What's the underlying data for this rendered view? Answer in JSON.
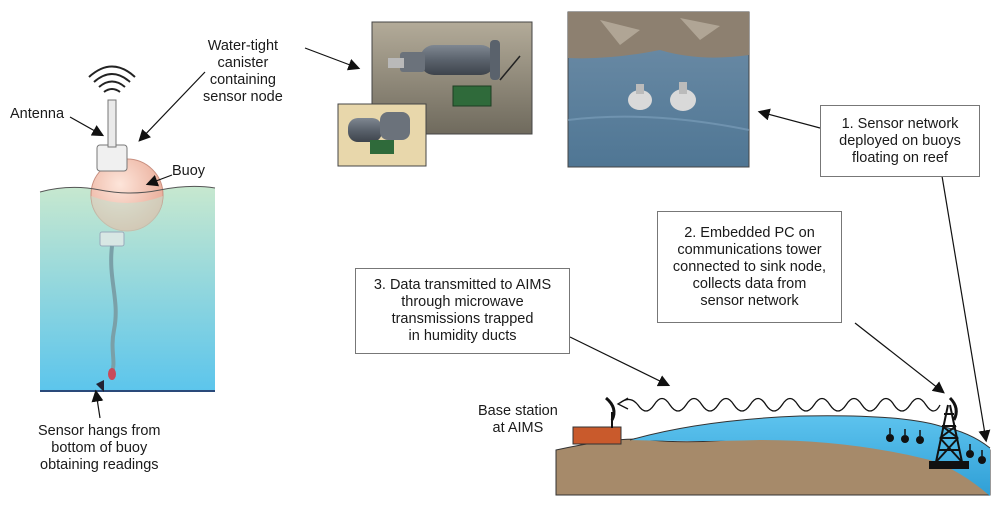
{
  "labels": {
    "antenna": "Antenna",
    "canister": "Water-tight\ncanister\ncontaining\nsensor node",
    "buoy": "Buoy",
    "sensor_hangs": "Sensor hangs from\nbottom of buoy\nobtaining readings",
    "base_station": "Base station\nat AIMS"
  },
  "boxes": {
    "step1": "1. Sensor network\ndeployed on buoys\nfloating on reef",
    "step2": "2. Embedded PC on\ncommunications tower\nconnected to sink node,\ncollects data from\nsensor network",
    "step3": "3. Data transmitted to AIMS\nthrough microwave\ntransmissions trapped\nin humidity ducts"
  },
  "colors": {
    "water_top": "#bfe3cf",
    "water_bottom": "#5fc6ea",
    "buoy": "#f3c9b8",
    "sea": "#43b8e6",
    "ground": "#a68a6a",
    "base_station": "#c95a2c",
    "canister": "#5e6670",
    "rock": "#8d8070"
  },
  "icons": [
    "antenna-icon",
    "buoy-icon",
    "sensor-icon",
    "tower-icon",
    "dish-icon",
    "wave-icon"
  ]
}
